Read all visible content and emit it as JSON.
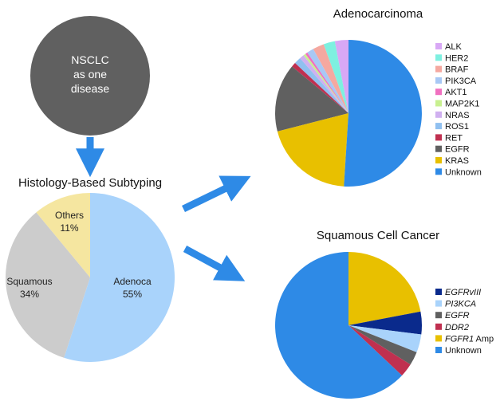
{
  "source_circle": {
    "lines": [
      "NSCLC",
      "as one",
      "disease"
    ],
    "color": "#606060",
    "text_color": "#ffffff"
  },
  "arrow_color": "#2e8ae6",
  "chart_data": [
    {
      "type": "pie",
      "title": "Histology-Based Subtyping",
      "slices": [
        {
          "label": "Adenoca",
          "value": 55,
          "display": "55%",
          "color": "#a9d3fb"
        },
        {
          "label": "Squamous",
          "value": 34,
          "display": "34%",
          "color": "#cccccc"
        },
        {
          "label": "Others",
          "value": 11,
          "display": "11%",
          "color": "#f5e6a0"
        }
      ]
    },
    {
      "type": "pie",
      "title": "Adenocarcinoma",
      "legend_position": "right",
      "slices": [
        {
          "label": "ALK",
          "value": 3,
          "color": "#d8a8f5"
        },
        {
          "label": "HER2",
          "value": 2.5,
          "color": "#7ef0e0"
        },
        {
          "label": "BRAF",
          "value": 2.5,
          "color": "#f5a8a0"
        },
        {
          "label": "PIK3CA",
          "value": 1.5,
          "color": "#a8c8f5"
        },
        {
          "label": "AKT1",
          "value": 0.5,
          "color": "#f070c0"
        },
        {
          "label": "MAP2K1",
          "value": 0.5,
          "color": "#c8f090"
        },
        {
          "label": "NRAS",
          "value": 1,
          "color": "#d0b0f0"
        },
        {
          "label": "ROS1",
          "value": 1.5,
          "color": "#90c0f0"
        },
        {
          "label": "RET",
          "value": 1,
          "color": "#c03050"
        },
        {
          "label": "EGFR",
          "value": 15,
          "color": "#606060"
        },
        {
          "label": "KRAS",
          "value": 20,
          "color": "#e8c000"
        },
        {
          "label": "Unknown",
          "value": 51,
          "color": "#2e8ae6"
        }
      ]
    },
    {
      "type": "pie",
      "title": "Squamous Cell Cancer",
      "legend_position": "right",
      "slices": [
        {
          "label": "EGFRvIII",
          "value": 5,
          "color": "#0a2a8c",
          "italic": "EGFRvIII",
          "rest": ""
        },
        {
          "label": "PI3KCA",
          "value": 4,
          "color": "#a9d3fb",
          "italic": "PI3KCA",
          "rest": ""
        },
        {
          "label": "EGFR",
          "value": 3,
          "color": "#606060",
          "italic": "EGFR",
          "rest": ""
        },
        {
          "label": "DDR2",
          "value": 3,
          "color": "#c03050",
          "italic": "DDR2",
          "rest": ""
        },
        {
          "label": "FGFR1 Amp",
          "value": 22,
          "color": "#e8c000",
          "italic": "FGFR1",
          "rest": " Amp"
        },
        {
          "label": "Unknown",
          "value": 63,
          "color": "#2e8ae6",
          "italic": "",
          "rest": "Unknown"
        }
      ]
    }
  ]
}
